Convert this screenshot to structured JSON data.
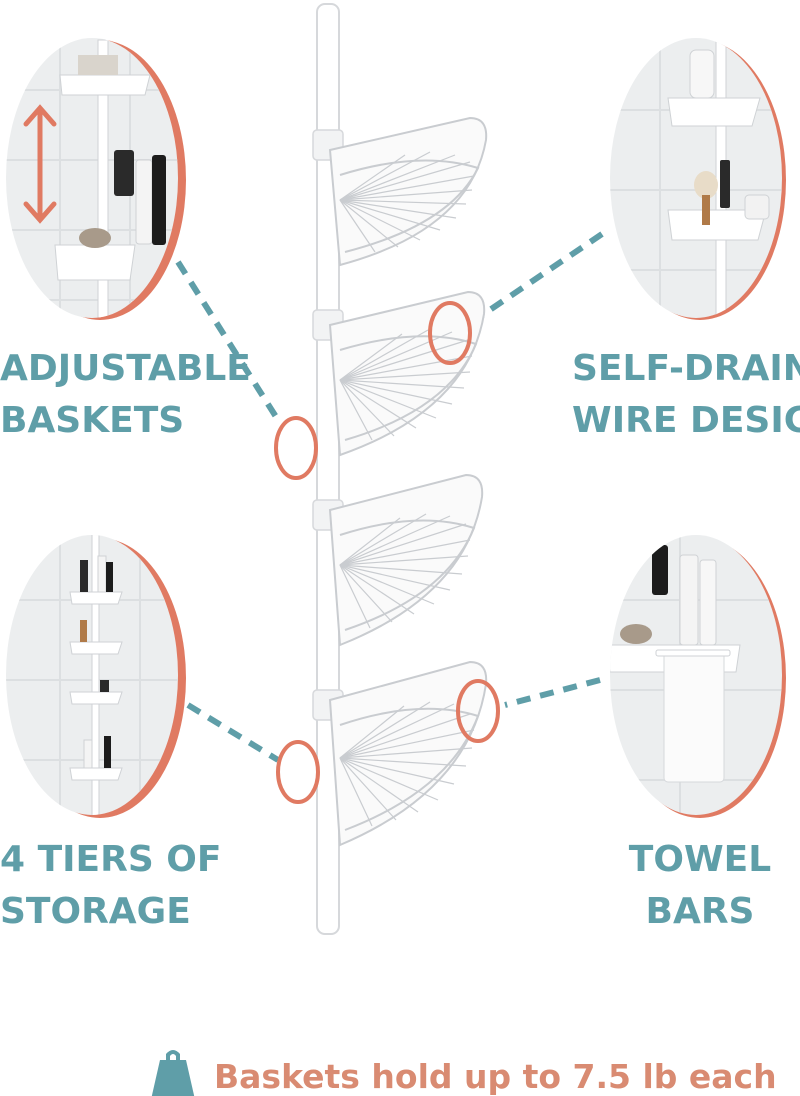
{
  "features": [
    {
      "id": "adjustable",
      "line1": "ADJUSTABLE",
      "line2": "BASKETS"
    },
    {
      "id": "draining",
      "line1": "SELF-DRAINING",
      "line2": "WIRE DESIGN"
    },
    {
      "id": "tiers",
      "line1": "4 TIERS OF",
      "line2": "STORAGE"
    },
    {
      "id": "towel",
      "line1": "TOWEL",
      "line2": "BARS"
    }
  ],
  "footer": {
    "icon": "weight-icon",
    "text": "Baskets hold up to 7.5 lb each"
  },
  "colors": {
    "teal": "#5f9ea8",
    "coral": "#e07a62",
    "wire": "#c9ccd0",
    "pole": "#ffffff"
  }
}
